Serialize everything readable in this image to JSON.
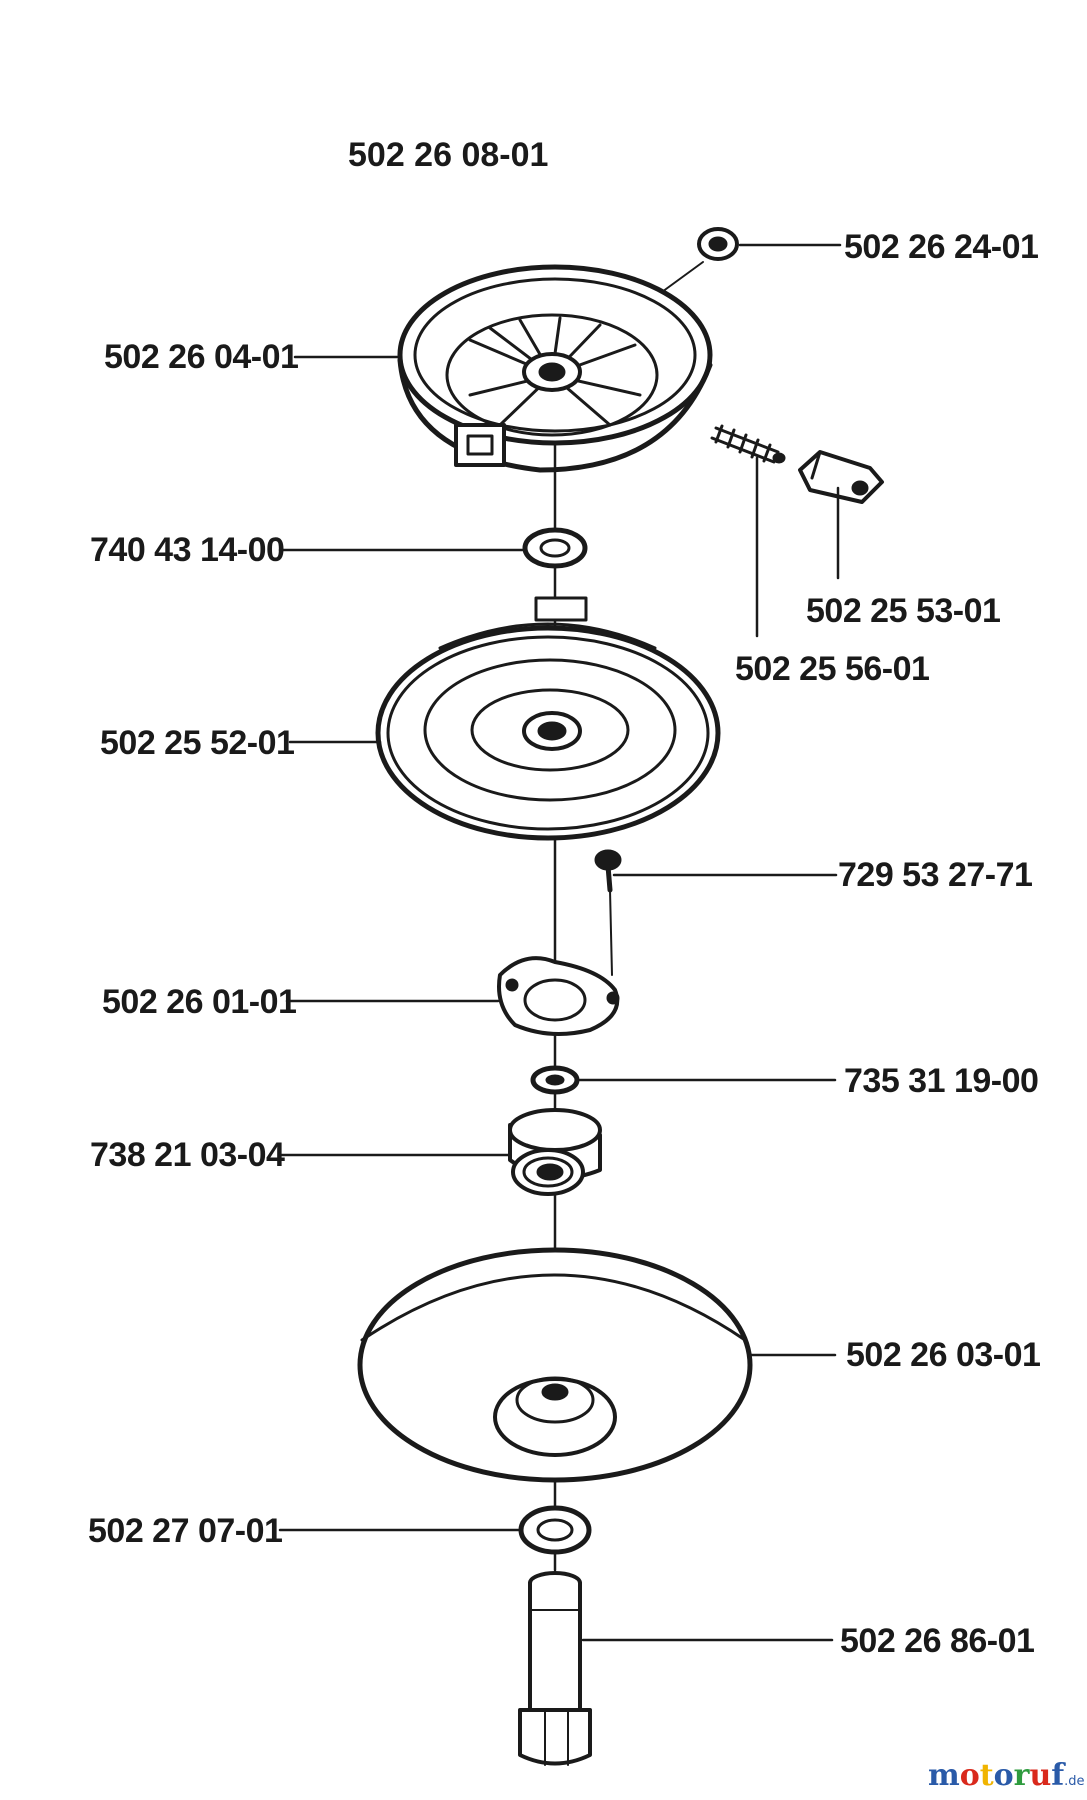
{
  "diagram": {
    "assembly_number": "502 26 08-01",
    "parts": [
      {
        "id": "p1",
        "number": "502 26 24-01"
      },
      {
        "id": "p2",
        "number": "502 26 04-01"
      },
      {
        "id": "p3",
        "number": "740 43 14-00"
      },
      {
        "id": "p4",
        "number": "502 25 53-01"
      },
      {
        "id": "p5",
        "number": "502 25 56-01"
      },
      {
        "id": "p6",
        "number": "502 25 52-01"
      },
      {
        "id": "p7",
        "number": "729 53 27-71"
      },
      {
        "id": "p8",
        "number": "502 26 01-01"
      },
      {
        "id": "p9",
        "number": "735 31 19-00"
      },
      {
        "id": "p10",
        "number": "738 21 03-04"
      },
      {
        "id": "p11",
        "number": "502 26 03-01"
      },
      {
        "id": "p12",
        "number": "502 27 07-01"
      },
      {
        "id": "p13",
        "number": "502 26 86-01"
      }
    ]
  },
  "watermark": {
    "brand_letters": [
      "m",
      "o",
      "t",
      "o",
      "r",
      "u",
      "f"
    ],
    "brand_colors": [
      "#2a5aa8",
      "#d9291c",
      "#f0b400",
      "#2a5aa8",
      "#2e9b3e",
      "#d9291c",
      "#2a5aa8"
    ],
    "tld": ".de"
  }
}
